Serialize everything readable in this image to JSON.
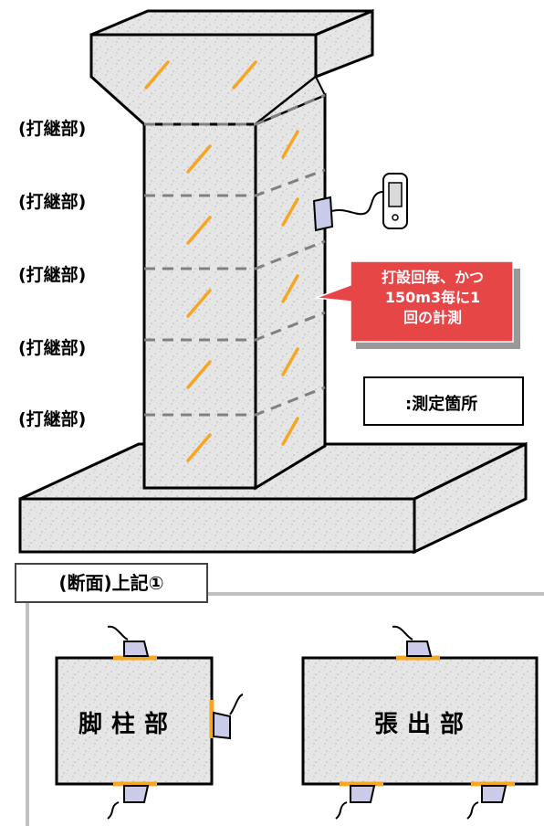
{
  "joint_labels": [
    "(打継部)",
    "(打継部)",
    "(打継部)",
    "(打継部)",
    "(打継部)"
  ],
  "callout": {
    "lines": [
      "打設回毎、かつ",
      "150m3毎に1",
      "回の計測"
    ],
    "color": "#e64646"
  },
  "legend": {
    "label": ":測定箇所",
    "marker_color": "#f5a623"
  },
  "section": {
    "title": "(断面)上記①",
    "blocks": [
      {
        "label": "脚柱部"
      },
      {
        "label": "張出部"
      }
    ]
  },
  "colors": {
    "sensor": "#c9cbe9",
    "marker": "#f5a623",
    "joint_line": "#808080",
    "concrete": "#e6e6e6"
  }
}
